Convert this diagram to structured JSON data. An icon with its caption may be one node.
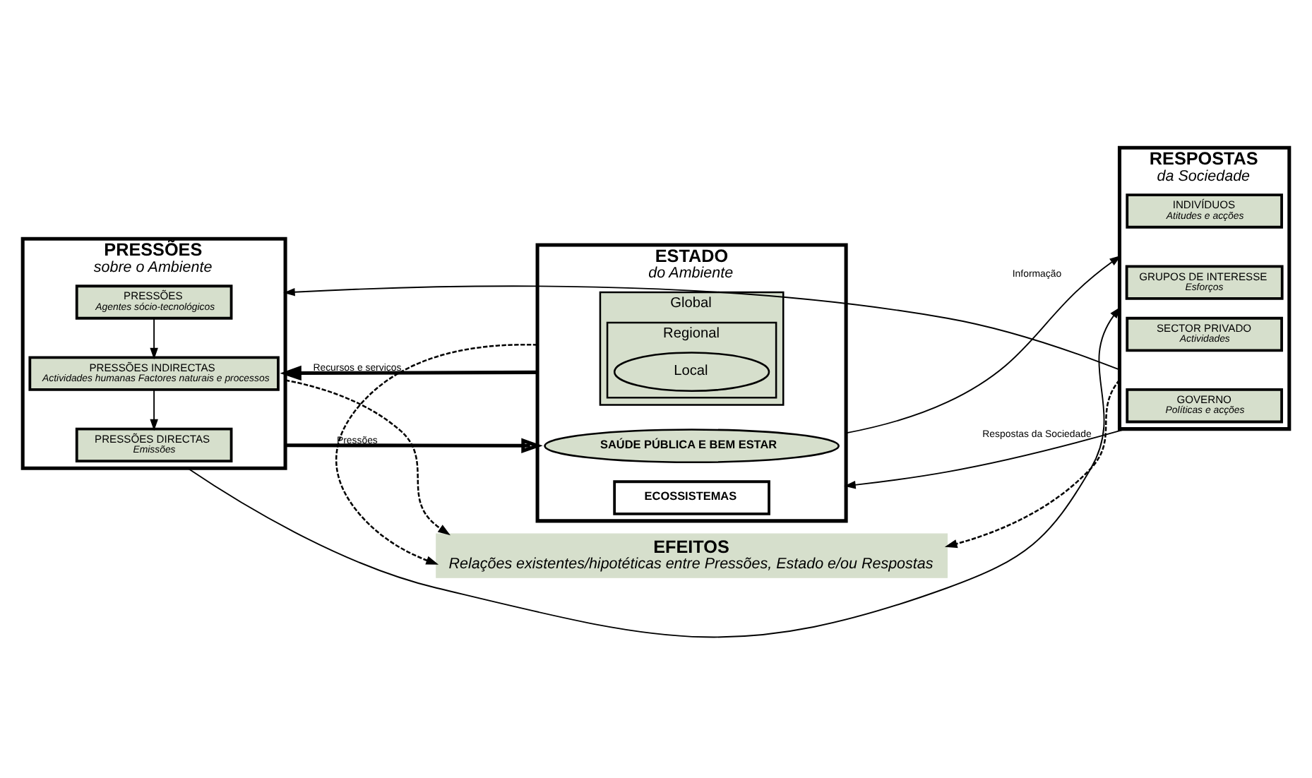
{
  "diagram": {
    "nodes": [
      {
        "text": [
          "PRESSÕES",
          "sobre o Ambiente"
        ]
      },
      {
        "text": [
          "PRESSÕES",
          "Agentes sócio-tecnológicos"
        ],
        "in": 0
      },
      {
        "text": [
          "PRESSÕES INDIRECTAS",
          "Actividades humanas Factores naturais e processos"
        ],
        "in": 0
      },
      {
        "text": [
          "PRESSÕES DIRECTAS",
          "Emissões"
        ],
        "in": 0
      },
      {
        "text": [
          "ESTADO",
          "do Ambiente"
        ]
      },
      {
        "text": [
          "Global"
        ],
        "in": 4
      },
      {
        "text": [
          "Regional"
        ],
        "in": 5
      },
      {
        "text": [
          "ECOSSISTEMAS"
        ],
        "in": 4
      },
      {
        "text": [
          "Local"
        ],
        "in": 6
      },
      {
        "text": [
          "SAÚDE PÚBLICA E BEM ESTAR"
        ],
        "in": 4
      },
      {
        "text": [
          "RESPOSTAS",
          "da Sociedade"
        ]
      },
      {
        "text": [
          "GOVERNO",
          "Políticas e acções"
        ],
        "in": 10
      },
      {
        "text": [
          "SECTOR PRIVADO",
          "Actividades"
        ],
        "in": 10
      },
      {
        "text": [
          "INDIVÍDUOS",
          "Atitudes e acções"
        ],
        "in": 10
      },
      {
        "text": [
          "GRUPOS DE INTERESSE",
          "Esforços"
        ],
        "in": 10
      },
      {
        "text": [
          "EFEITOS",
          "Relações existentes/hipotéticas entre Pressões, Estado e/ou Respostas"
        ]
      }
    ],
    "edges": [
      {
        "from": 10,
        "to": 0,
        "arrow": "to"
      },
      {
        "from": 10,
        "to": 4,
        "label": "Respostas da Sociedade",
        "arrow": "to"
      },
      {
        "from": 4,
        "to": 0,
        "label": "Recursos e serviços",
        "arrow": "to",
        "style": "thick"
      },
      {
        "from": 0,
        "to": 4,
        "label": "Pressões",
        "arrow": "to",
        "style": "thick"
      },
      {
        "from": 1,
        "to": 2,
        "arrow": "to"
      },
      {
        "from": 2,
        "to": 3,
        "arrow": "to"
      },
      {
        "from": 4,
        "to": 10,
        "label": "Informação",
        "arrow": "to"
      },
      {
        "from": 0,
        "to": 10,
        "arrow": "to"
      },
      {
        "from": 0,
        "to": 15,
        "arrow": "to",
        "style": "dashed"
      },
      {
        "from": 4,
        "to": 15,
        "arrow": "to",
        "style": "dashed"
      },
      {
        "from": 10,
        "to": 15,
        "arrow": "to",
        "style": "dashed"
      }
    ]
  }
}
